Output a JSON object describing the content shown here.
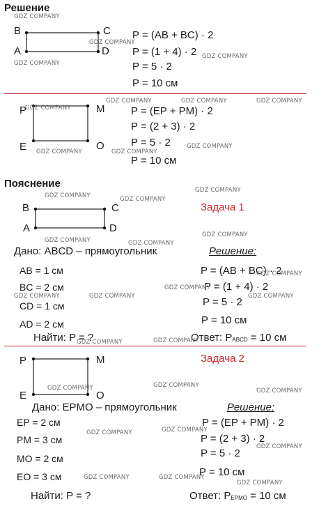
{
  "headings": {
    "solution": "Решение",
    "explanation": "Пояснение"
  },
  "watermark": "GDZ COMPANY",
  "rect1": {
    "labels": {
      "b": "B",
      "c": "C",
      "a": "A",
      "d": "D"
    },
    "formula": [
      "P = (AB + BC) · 2",
      "P = (1 + 4) · 2",
      "P = 5 · 2",
      "P = 10 см"
    ]
  },
  "rect2": {
    "labels": {
      "p": "P",
      "m": "M",
      "e": "E",
      "o": "O"
    },
    "formula": [
      "P = (EP + PM) · 2",
      "P = (2 + 3) · 2",
      "P = 5 · 2",
      "P = 10 см"
    ]
  },
  "task1": {
    "title": "Задача 1",
    "labels": {
      "b": "B",
      "c": "C",
      "a": "A",
      "d": "D"
    },
    "given": "Дано: ABCD – прямоугольник",
    "values": [
      "AB = 1 см",
      "BC = 2 см",
      "CD = 1 см",
      "AD = 2 см"
    ],
    "find": "Найти: P = ?",
    "solution_title": "Решение:",
    "steps": [
      "P = (AB + BC) · 2",
      "P = (1 + 4) · 2",
      "P = 5 · 2",
      "P = 10 см"
    ],
    "answer_prefix": "Ответ: P",
    "answer_sub": "ABCD",
    "answer_suffix": " = 10 см"
  },
  "task2": {
    "title": "Задача 2",
    "labels": {
      "p": "P",
      "m": "M",
      "e": "E",
      "o": "O"
    },
    "given": "Дано: EPMO – прямоугольник",
    "values": [
      "EP = 2 см",
      "PM = 3 см",
      "MO = 2 см",
      "EO = 3 см"
    ],
    "find": "Найти: P = ?",
    "solution_title": "Решение:",
    "steps": [
      "P = (EP + PM) · 2",
      "P = (2 + 3) · 2",
      "P = 5 · 2",
      "P = 10 см"
    ],
    "answer_prefix": "Ответ: P",
    "answer_sub": "EPMO",
    "answer_suffix": " = 10 см"
  }
}
